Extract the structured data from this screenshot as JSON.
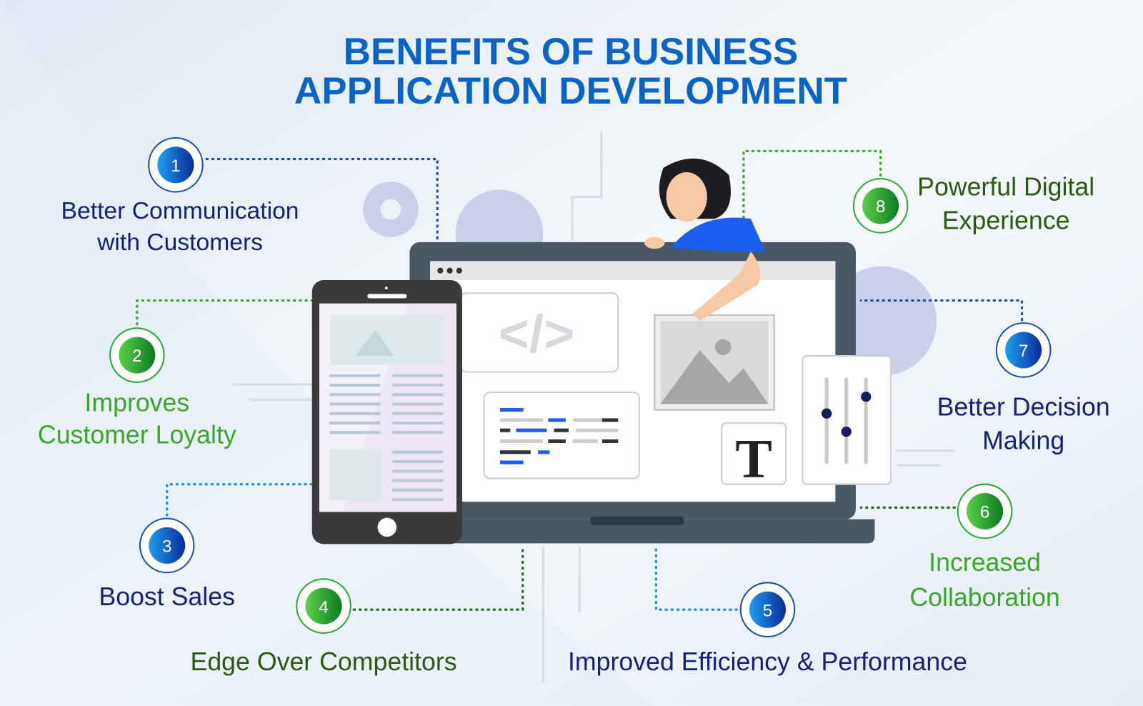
{
  "title": {
    "line1": "BENEFITS OF BUSINESS",
    "line2": "APPLICATION DEVELOPMENT"
  },
  "colors": {
    "title": "#0a64c8",
    "navy": "#13237a",
    "green": "#3aa62a",
    "dark_green": "#2a5a12",
    "badge_blue": "#0b5fd6",
    "badge_green": "#2aa834"
  },
  "benefits": [
    {
      "number": "1",
      "line1": "Better Communication",
      "line2": "with Customers"
    },
    {
      "number": "2",
      "line1": "Improves",
      "line2": "Customer Loyalty"
    },
    {
      "number": "3",
      "line1": "Boost Sales"
    },
    {
      "number": "4",
      "line1": "Edge Over Competitors"
    },
    {
      "number": "5",
      "line1": "Improved Efficiency & Performance"
    },
    {
      "number": "6",
      "line1": "Increased",
      "line2": "Collaboration"
    },
    {
      "number": "7",
      "line1": "Better Decision",
      "line2": "Making"
    },
    {
      "number": "8",
      "line1": "Powerful Digital",
      "line2": "Experience"
    }
  ],
  "illustration": {
    "code_symbol": "</>",
    "text_tool": "T"
  }
}
